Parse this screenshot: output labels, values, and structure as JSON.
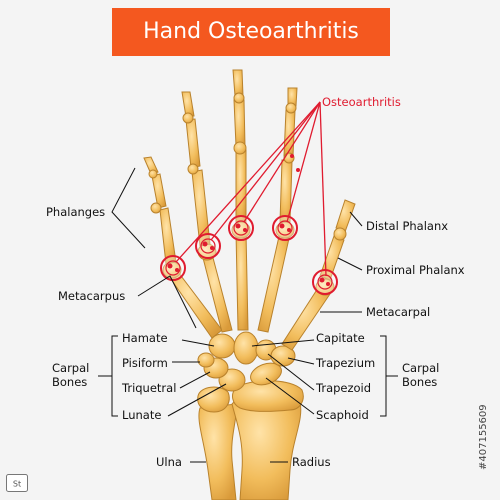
{
  "title": "Hand Osteoarthritis",
  "colors": {
    "title_bg": "#f4581f",
    "bone_fill": "#f2bd5c",
    "bone_stroke": "#b9822c",
    "joint_red": "#e01b2f",
    "leader": "#111111",
    "background": "#f4f4f4"
  },
  "labels": {
    "osteoarthritis": "Osteoarthritis",
    "phalanges": "Phalanges",
    "distal_phalanx": "Distal Phalanx",
    "proximal_phalanx": "Proximal Phalanx",
    "metacarpus": "Metacarpus",
    "metacarpal": "Metacarpal",
    "carpal_bones_left": "Carpal Bones",
    "carpal_bones_right": "Carpal Bones",
    "hamate": "Hamate",
    "pisiform": "Pisiform",
    "triquetral": "Triquetral",
    "lunate": "Lunate",
    "capitate": "Capitate",
    "trapezium": "Trapezium",
    "trapezoid": "Trapezoid",
    "scaphoid": "Scaphoid",
    "ulna": "Ulna",
    "radius": "Radius"
  },
  "stock": {
    "id": "#407155609",
    "logo_icon": "adobe-stock-logo"
  }
}
